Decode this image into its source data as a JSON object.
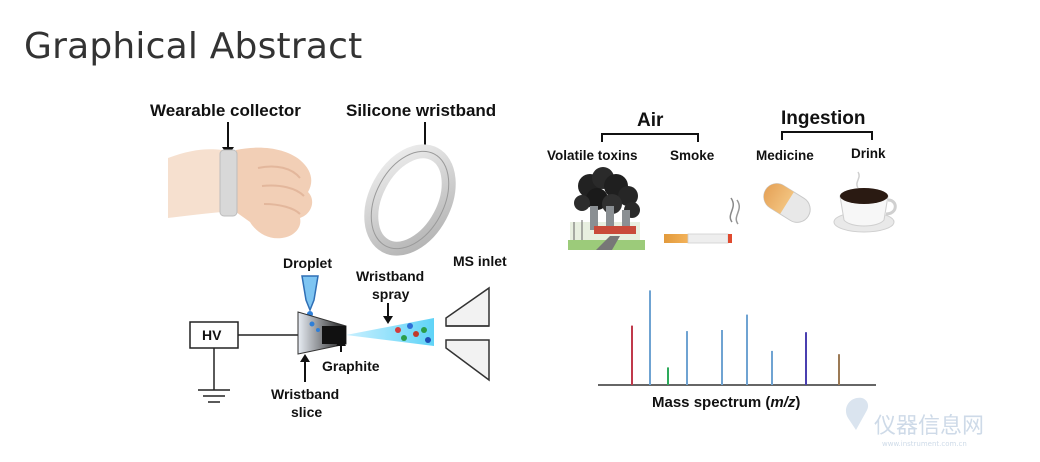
{
  "page": {
    "title": "Graphical Abstract"
  },
  "figure": {
    "wearable_collector": "Wearable collector",
    "silicone_wristband": "Silicone wristband",
    "droplet": "Droplet",
    "wristband_spray_line1": "Wristband",
    "wristband_spray_line2": "spray",
    "ms_inlet": "MS inlet",
    "hv": "HV",
    "graphite": "Graphite",
    "wristband_slice_line1": "Wristband",
    "wristband_slice_line2": "slice",
    "air": "Air",
    "ingestion": "Ingestion",
    "volatile_toxins": "Volatile toxins",
    "smoke": "Smoke",
    "medicine": "Medicine",
    "drink": "Drink",
    "mass_spectrum_prefix": "Mass spectrum (",
    "mass_spectrum_mz": "m/z",
    "mass_spectrum_suffix": ")"
  },
  "spectrum": {
    "peak_heights": [
      0.54,
      0.86,
      0.16,
      0.49,
      0.5,
      0.64,
      0.31,
      0.48,
      0.28
    ],
    "peak_colors": [
      "#c0394b",
      "#6fa3d2",
      "#2daa5b",
      "#6fa3d2",
      "#6fa3d2",
      "#6fa3d2",
      "#6fa3d2",
      "#4a3fb0",
      "#9c7a55"
    ]
  },
  "watermark": {
    "text": "仪器信息网",
    "sub": "www.instrument.com.cn"
  },
  "colors": {
    "title": "#333333",
    "accent_blue": "#2f7fd8"
  }
}
